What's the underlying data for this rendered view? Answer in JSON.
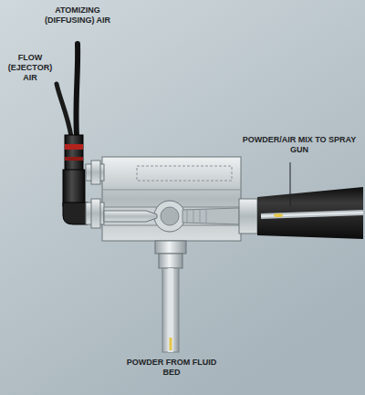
{
  "diagram": {
    "labels": [
      "ATOMIZING (DIFFUSING) AIR",
      "FLOW (EJECTOR) AIR",
      "POWDER/AIR MIX TO SPRAY GUN",
      "POWDER FROM FLUID BED"
    ]
  }
}
